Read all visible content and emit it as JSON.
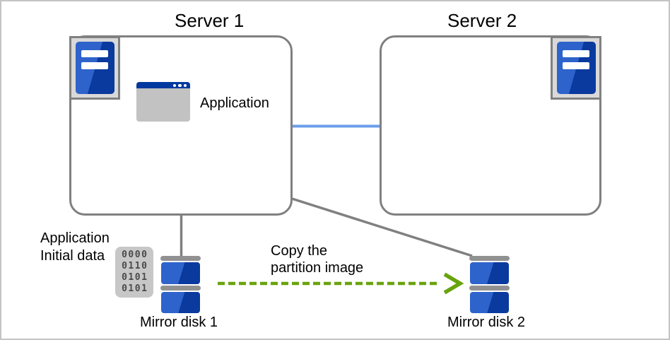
{
  "servers": [
    {
      "label": "Server 1"
    },
    {
      "label": "Server 2"
    }
  ],
  "application": {
    "label": "Application"
  },
  "initial_data": {
    "line1": "Application",
    "line2": "Initial data",
    "binary_rows": [
      "0000",
      "0110",
      "0101",
      "0101"
    ]
  },
  "copy_arrow": {
    "line1": "Copy the",
    "line2": "partition image"
  },
  "disks": [
    {
      "label": "Mirror disk 1"
    },
    {
      "label": "Mirror disk 2"
    }
  ],
  "colors": {
    "box_border_gray": "#808080",
    "interconnect_blue": "#6d9eeb",
    "connector_gray": "#808080",
    "arrow_green": "#68a30c",
    "disk_blue_light": "#2e63cc",
    "disk_blue_dark": "#0b3a9e",
    "server_icon_bg": "#d9d9d9",
    "app_titlebar_blue": "#0239a0",
    "app_body_gray": "#c2c2c2",
    "binary_bg": "#c7c7c7",
    "binary_text": "#4a4a4a",
    "disk_cap_gray": "#919191",
    "frame_gray": "#c4c4c4"
  }
}
